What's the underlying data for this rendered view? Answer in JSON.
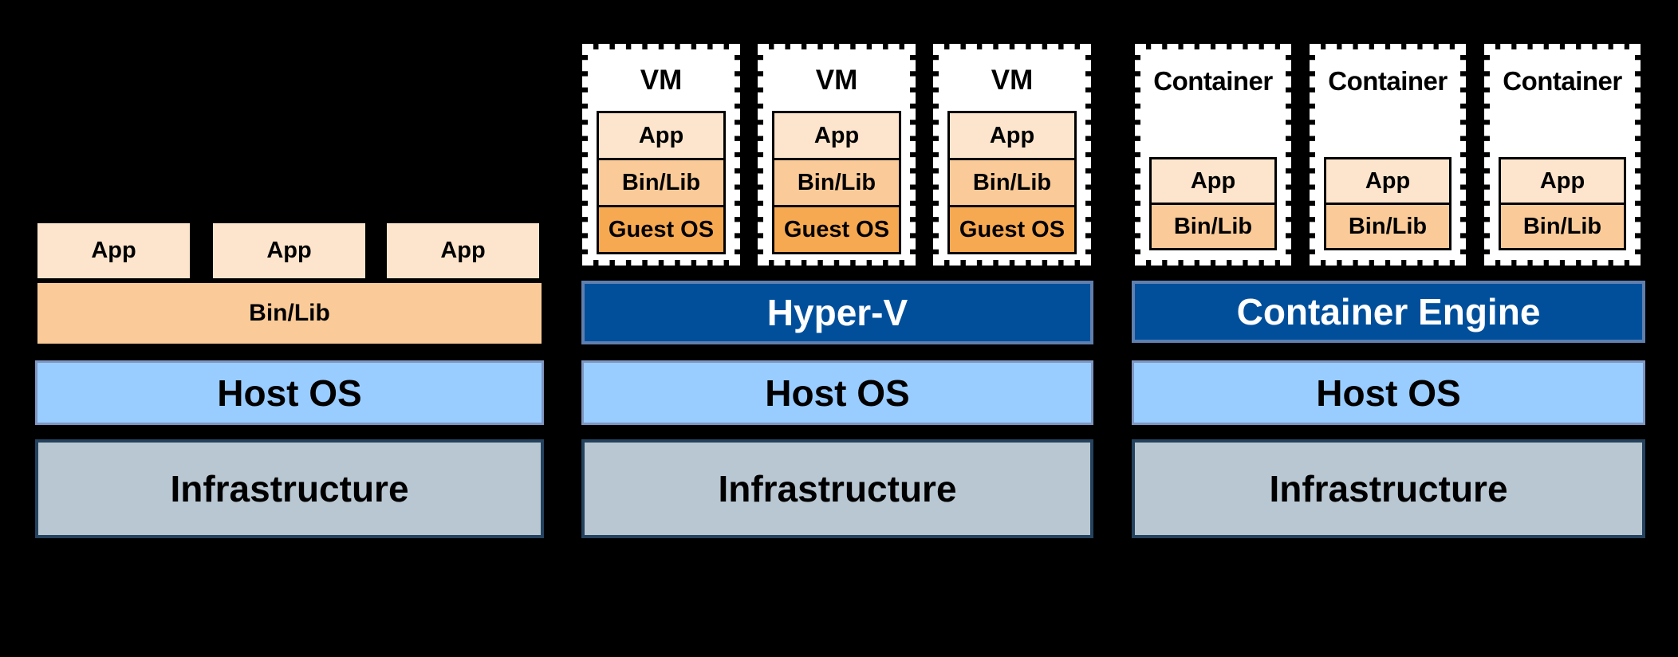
{
  "diagram": {
    "background": "#000000",
    "description": "Comparison of traditional apps, virtual machines and containers stacks"
  },
  "colors": {
    "app_fill": "#FCE5CC",
    "binlib_fill": "#FACB99",
    "guest_os_fill": "#F7A951",
    "box_border": "#000000",
    "host_os_fill": "#99CCFF",
    "host_os_border": "#7E96C0",
    "platform_fill": "#014F9B",
    "platform_border": "#5F7FAE",
    "platform_text": "#FFFFFF",
    "infrastructure_fill": "#B9C7D2",
    "infrastructure_border": "#24425D",
    "dashed_box_fill": "#FFFFFF",
    "dashed_box_border": "#FFFFFF"
  },
  "columns": [
    {
      "id": "traditional",
      "apps": [
        "App",
        "App",
        "App"
      ],
      "binlib_label": "Bin/Lib",
      "host_os_label": "Host OS",
      "infrastructure_label": "Infrastructure"
    },
    {
      "id": "virtual-machines",
      "vms": [
        {
          "title": "VM",
          "layers": [
            "App",
            "Bin/Lib",
            "Guest OS"
          ]
        },
        {
          "title": "VM",
          "layers": [
            "App",
            "Bin/Lib",
            "Guest OS"
          ]
        },
        {
          "title": "VM",
          "layers": [
            "App",
            "Bin/Lib",
            "Guest OS"
          ]
        }
      ],
      "platform_label": "Hyper-V",
      "host_os_label": "Host OS",
      "infrastructure_label": "Infrastructure"
    },
    {
      "id": "containers",
      "containers": [
        {
          "title": "Container",
          "layers": [
            "App",
            "Bin/Lib"
          ]
        },
        {
          "title": "Container",
          "layers": [
            "App",
            "Bin/Lib"
          ]
        },
        {
          "title": "Container",
          "layers": [
            "App",
            "Bin/Lib"
          ]
        }
      ],
      "platform_label": "Container Engine",
      "host_os_label": "Host OS",
      "infrastructure_label": "Infrastructure"
    }
  ]
}
